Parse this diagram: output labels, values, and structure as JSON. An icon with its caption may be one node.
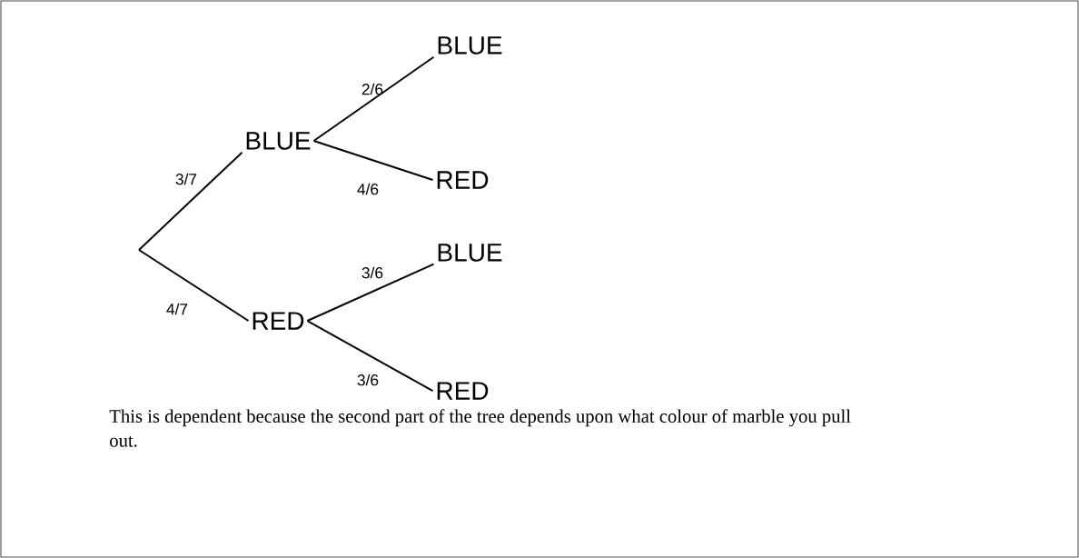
{
  "diagram": {
    "caption": "This is dependent because the second part of the tree depends upon what colour of marble you pull out.",
    "nodes": [
      {
        "text": [
          "BLUE"
        ]
      },
      {
        "text": [
          "RED"
        ]
      },
      {
        "text": [
          "BLUE"
        ]
      },
      {
        "text": [
          "RED"
        ]
      },
      {
        "text": [
          "BLUE"
        ]
      },
      {
        "text": [
          "RED"
        ]
      }
    ],
    "edges": [
      {
        "from": null,
        "to": 0,
        "arrow": "none",
        "label": "3/7"
      },
      {
        "from": null,
        "to": 1,
        "arrow": "none",
        "label": "4/7"
      },
      {
        "from": 0,
        "to": 2,
        "arrow": "none",
        "label": "2/6"
      },
      {
        "from": 0,
        "to": 3,
        "arrow": "none",
        "label": "4/6"
      },
      {
        "from": 1,
        "to": 4,
        "arrow": "none",
        "label": "3/6"
      },
      {
        "from": 1,
        "to": 5,
        "arrow": "none",
        "label": "3/6"
      }
    ]
  }
}
